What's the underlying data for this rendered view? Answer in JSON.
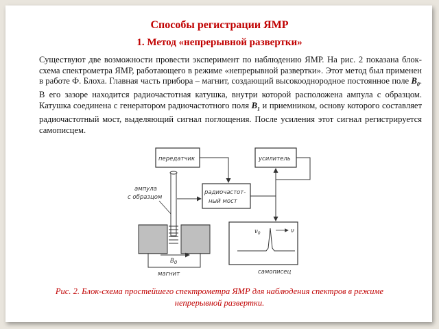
{
  "title": "Способы регистрации ЯМР",
  "subtitle": "1. Метод «непрерывной развертки»",
  "body_parts": {
    "p1": "Существуют две возможности провести эксперимент по наблюдению ЯМР. На рис. 2 показана блок-схема спектрометра ЯМР, работающего в режиме «непрерывной развертки». Этот метод был применен в работе Ф. Блоха. Главная часть прибора – магнит, создающий высокооднородное постоянное поле ",
    "b0": "B",
    "b0_sub": "0",
    "p2": ". В его зазоре находится радиочастотная катушка, внутри которой расположена ампула с образцом. Катушка соединена с генератором радиочастотного поля ",
    "b1": "B",
    "b1_sub": "1",
    "p3": " и приемником, основу которого составляет радиочастотный мост, выделяющий сигнал поглощения. После усиления этот сигнал регистрируется самописцем."
  },
  "diagram": {
    "transmitter": "передатчик",
    "amplifier": "усилитель",
    "bridge_line1": "радиочастот-",
    "bridge_line2": "ный мост",
    "ampoule_line1": "ампула",
    "ampoule_line2": "с образцом",
    "magnet": "магнит",
    "recorder": "самописец",
    "field": "B",
    "field_sub": "0",
    "nu0": "ν",
    "nu0_sub": "0",
    "nu": "ν"
  },
  "caption": "Рис. 2. Блок-схема простейшего спектрометра ЯМР для наблюдения спектров в режиме непрерывной развертки."
}
